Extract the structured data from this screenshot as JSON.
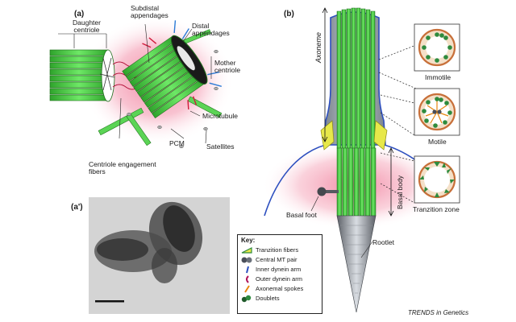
{
  "panels": {
    "a": "(a)",
    "b": "(b)",
    "a_prime": "(a')"
  },
  "panel_a_labels": {
    "subdistal": "Subdistal\nappendages",
    "distal": "Distal\nappendages",
    "daughter": "Daughter\ncentriole",
    "mother": "Mother\ncentriole",
    "microtubule": "Microtubule",
    "pcm": "PCM",
    "satellites": "Satellites",
    "engagement": "Centriole engagement\nfibers"
  },
  "panel_b_labels": {
    "axoneme": "Axoneme",
    "basal_body": "Basal body",
    "basal_foot": "Basal foot",
    "rootlet": "Rootlet",
    "immotile": "Immotile",
    "motile": "Motile",
    "transition_zone": "Tranzition zone"
  },
  "key": {
    "title": "Key:",
    "items": [
      {
        "label": "Tranzition fibers",
        "icon": "transition-fiber-icon",
        "color": "#2e8b3e"
      },
      {
        "label": "Central MT pair",
        "icon": "central-pair-icon",
        "color": "#4a4f5a"
      },
      {
        "label": "Inner dynein arm",
        "icon": "inner-dynein-icon",
        "color": "#2b4fbf"
      },
      {
        "label": "Outer dynein arm",
        "icon": "outer-dynein-icon",
        "color": "#b0145a"
      },
      {
        "label": "Axonemal spokes",
        "icon": "spoke-icon",
        "color": "#e8860e"
      },
      {
        "label": "Doublets",
        "icon": "doublet-icon",
        "color": "#1f5a2a"
      }
    ]
  },
  "credit": "TRENDS in Genetics",
  "colors": {
    "microtubule": "#4fd14a",
    "pcm_glow": "#f28aa6",
    "membrane": "#2d4fbf",
    "cilium_fill": "#9aa3ad",
    "ring": "#c8703a"
  }
}
